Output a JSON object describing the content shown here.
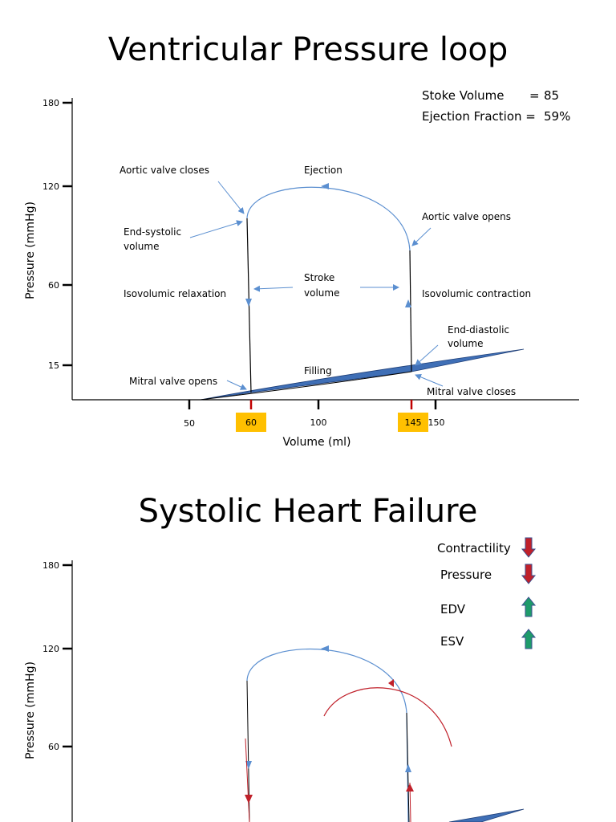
{
  "top": {
    "title": "Ventricular Pressure loop",
    "y_axis_title": "Pressure (mmHg)",
    "x_axis_title": "Volume (ml)",
    "y_ticks": [
      "180",
      "120",
      "60",
      "15"
    ],
    "x_ticks": [
      "50",
      "60",
      "100",
      "145",
      "150"
    ],
    "stats": {
      "sv_label": "Stoke Volume",
      "sv_eq": "=",
      "sv_value": "85",
      "ef_label": "Ejection Fraction =",
      "ef_value": "59%"
    },
    "annotations": {
      "aortic_closes": "Aortic valve closes",
      "ejection": "Ejection",
      "aortic_opens": "Aortic valve opens",
      "esv_line1": "End-systolic",
      "esv_line2": "volume",
      "stroke_line1": "Stroke",
      "stroke_line2": "volume",
      "iso_relax": "Isovolumic relaxation",
      "iso_contract": "Isovolumic contraction",
      "edv_line1": "End-diastolic",
      "edv_line2": "volume",
      "filling": "Filling",
      "mitral_opens": "Mitral valve opens",
      "mitral_closes": "Mitral valve closes"
    }
  },
  "bottom": {
    "title": "Systolic Heart Failure",
    "y_axis_title": "Pressure (mmHg)",
    "y_ticks": [
      "180",
      "120",
      "60"
    ],
    "legend": [
      {
        "label": "Contractility",
        "direction": "down",
        "color": "#c0202a"
      },
      {
        "label": "Pressure",
        "direction": "down",
        "color": "#c0202a"
      },
      {
        "label": "EDV",
        "direction": "up",
        "color": "#1e9b6a"
      },
      {
        "label": "ESV",
        "direction": "up",
        "color": "#1e9b6a"
      }
    ]
  },
  "colors": {
    "normal_loop": "#5b8fd0",
    "failure_loop": "#c0202a",
    "filling_fill": "#3f6fb6",
    "highlight": "#ffc000",
    "marker": "#c00000"
  }
}
